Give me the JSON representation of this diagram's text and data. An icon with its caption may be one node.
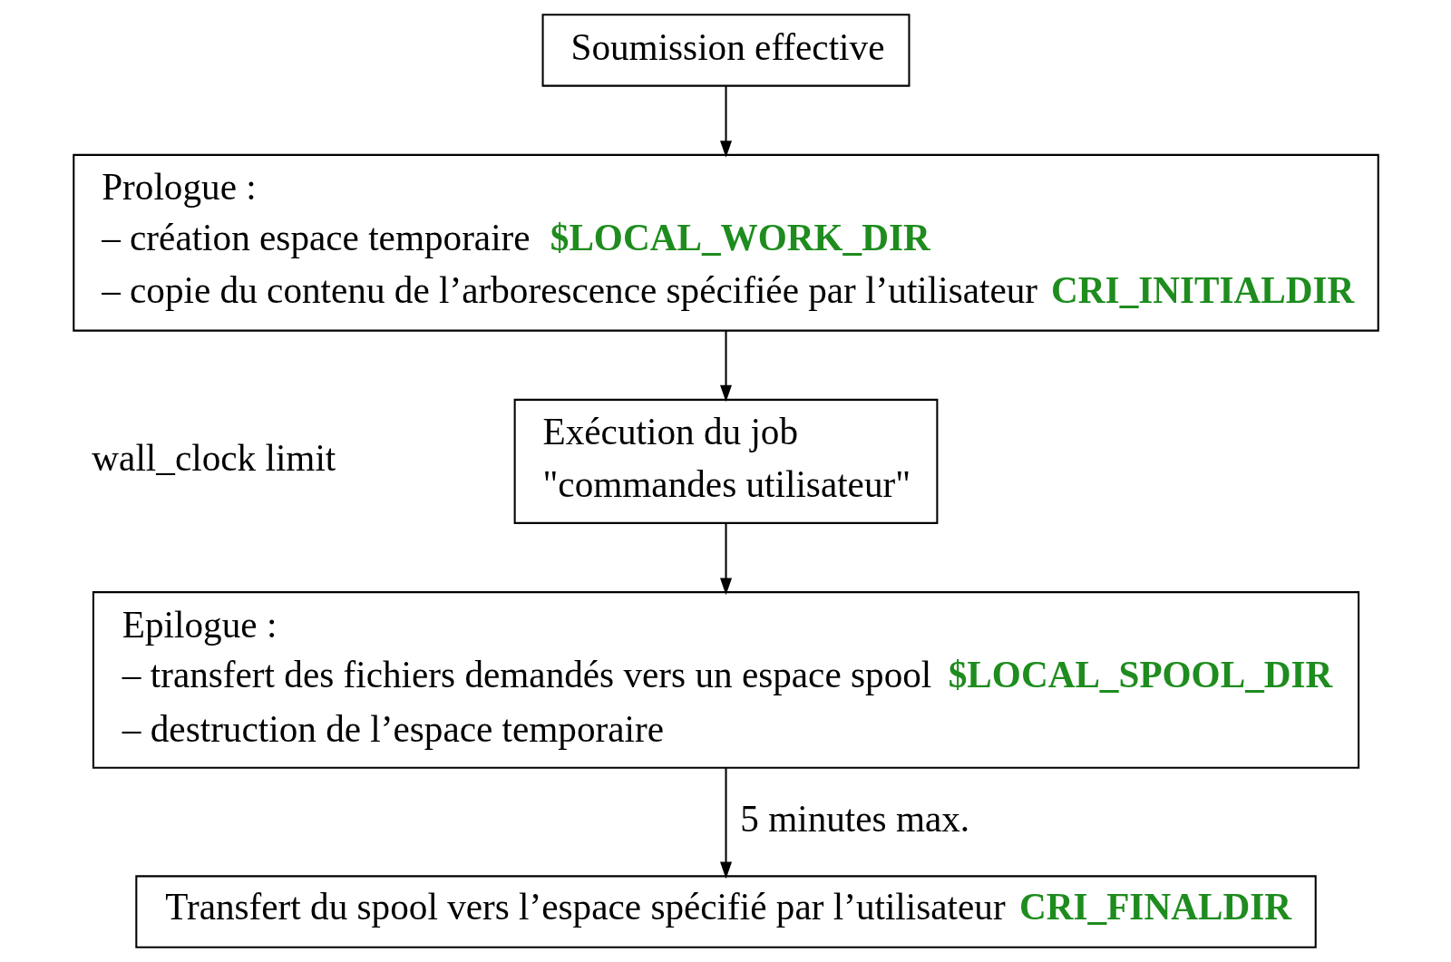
{
  "diagram": {
    "nodes": [
      {
        "text": [
          "Soumission effective"
        ]
      },
      {
        "text": [
          "Prologue :",
          "– création espace temporaire",
          "$LOCAL_WORK_DIR",
          "– copie du contenu de l’arborescence spécifiée par l’utilisateur",
          "CRI_INITIALDIR"
        ]
      },
      {
        "text": [
          "Exécution du job",
          "\"commandes utilisateur\""
        ]
      },
      {
        "text": [
          "Epilogue :",
          "– transfert des fichiers demandés vers un espace spool",
          "$LOCAL_SPOOL_DIR",
          "– destruction de l’espace temporaire"
        ]
      },
      {
        "text": [
          "Transfert du spool vers l’espace spécifié par l’utilisateur",
          "CRI_FINALDIR"
        ]
      }
    ],
    "edges": [
      {
        "from": 0,
        "to": 1,
        "arrow": "to"
      },
      {
        "from": 1,
        "to": 2,
        "arrow": "to"
      },
      {
        "from": 2,
        "to": 3,
        "arrow": "to"
      },
      {
        "from": 3,
        "to": 4,
        "arrow": "to",
        "label": "5 minutes max."
      }
    ],
    "labels": [
      "wall_clock limit"
    ]
  }
}
